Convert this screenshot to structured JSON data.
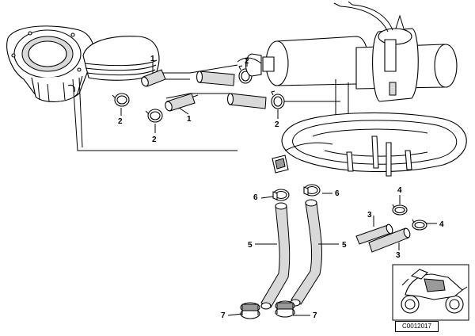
{
  "callouts": {
    "c1a": "1",
    "c1b": "1",
    "c2a": "2",
    "c2b": "2",
    "c2c": "2",
    "c2d": "2",
    "c3a": "3",
    "c3b": "3",
    "c4a": "4",
    "c4b": "4",
    "c5a": "5",
    "c5b": "5",
    "c6a": "6",
    "c6b": "6",
    "c7a": "7",
    "c7b": "7"
  },
  "diagram_id": "C0012017",
  "thumbnail": {
    "icon": "motorcycle-icon"
  }
}
